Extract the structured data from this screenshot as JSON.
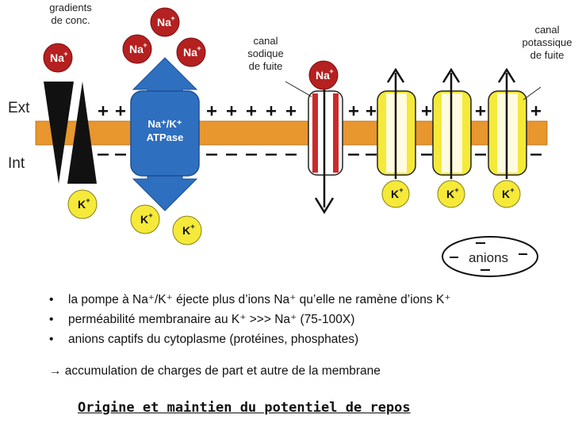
{
  "header_label": "gradients\nde conc.",
  "side_labels": {
    "ext": "Ext",
    "int": "Int"
  },
  "ions": {
    "na": "Na",
    "k": "K",
    "plus": "+"
  },
  "pump_label": [
    "Na⁺/K⁺",
    "ATPase"
  ],
  "channel_labels": {
    "sodium_leak": [
      "canal",
      "sodique",
      "de fuite"
    ],
    "potassium_leak": [
      "canal",
      "potassique",
      "de fuite"
    ]
  },
  "anions_label": "anions",
  "bullets": [
    "la pompe à Na⁺/K⁺ éjecte plus d’ions Na⁺ qu’elle ne ramène d’ions K⁺",
    "perméabilité membranaire au K⁺ >>> Na⁺ (75-100X)",
    "anions captifs du cytoplasme (protéines, phosphates)"
  ],
  "conclusion": "→ accumulation de charges de part et autre de la membrane",
  "title": "Origine et maintien du potentiel de repos",
  "colors": {
    "membrane": "#e8962e",
    "sodium": "#b52020",
    "potassium": "#f5e93a",
    "pump": "#2e6fc0",
    "channel_red": "#cc2a2a"
  }
}
